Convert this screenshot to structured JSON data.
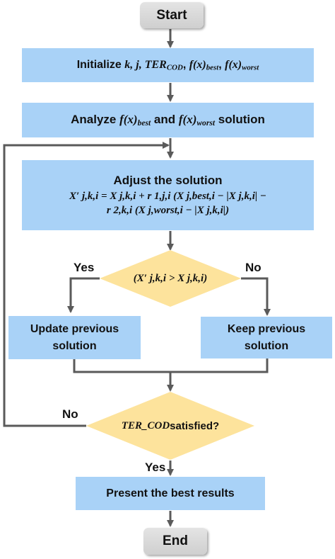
{
  "start": "Start",
  "end": "End",
  "init_prefix": "Initialize ",
  "init_vars": "k, j, ",
  "init_ter": "TER",
  "init_ter_sub": "COD",
  "init_fbest": "f(x)",
  "init_fbest_sub": "best",
  "init_fworst": "f(x)",
  "init_fworst_sub": "worst",
  "analyze_prefix": "Analyze ",
  "analyze_fbest": "f(x)",
  "analyze_fbest_sub": "best",
  "analyze_mid": " and ",
  "analyze_fworst": "f(x)",
  "analyze_fworst_sub": "worst",
  "analyze_suffix": " solution",
  "adjust_title": "Adjust the solution",
  "adjust_eq_line1": "X′ j,k,i = X j,k,i + r 1,j,i (X j,best,i − |X j,k,i| −",
  "adjust_eq_line2": "r 2,k,i (X j,worst,i − |X j,k,i|)",
  "decision1": "(X′ j,k,i > X j,k,i)",
  "yes": "Yes",
  "no": "No",
  "update_line1": "Update previous",
  "update_line2": "solution",
  "keep_line1": "Keep previous",
  "keep_line2": "solution",
  "decision2_var": "TER_COD",
  "decision2_suffix": " satisfied?",
  "present": "Present the best results",
  "colors": {
    "process": "#a9d2f7",
    "decision": "#fde39c",
    "terminal": "#d9d9d9",
    "connector": "#5a5a5a"
  }
}
